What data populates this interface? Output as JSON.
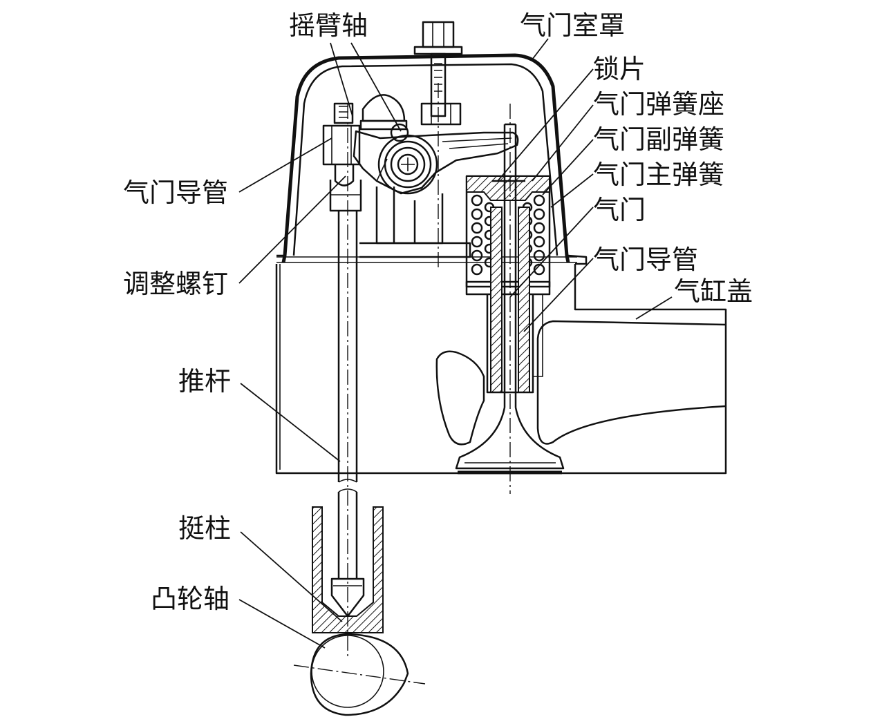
{
  "labels": {
    "rocker_shaft": "摇臂轴",
    "valve_cover": "气门室罩",
    "lock_piece": "锁片",
    "spring_seat": "气门弹簧座",
    "aux_spring": "气门副弹簧",
    "main_spring": "气门主弹簧",
    "valve": "气门",
    "valve_guide_right": "气门导管",
    "cylinder_head": "气缸盖",
    "valve_guide_left": "气门导管",
    "adjust_screw": "调整螺钉",
    "push_rod": "推杆",
    "tappet": "挺柱",
    "camshaft": "凸轮轴"
  }
}
